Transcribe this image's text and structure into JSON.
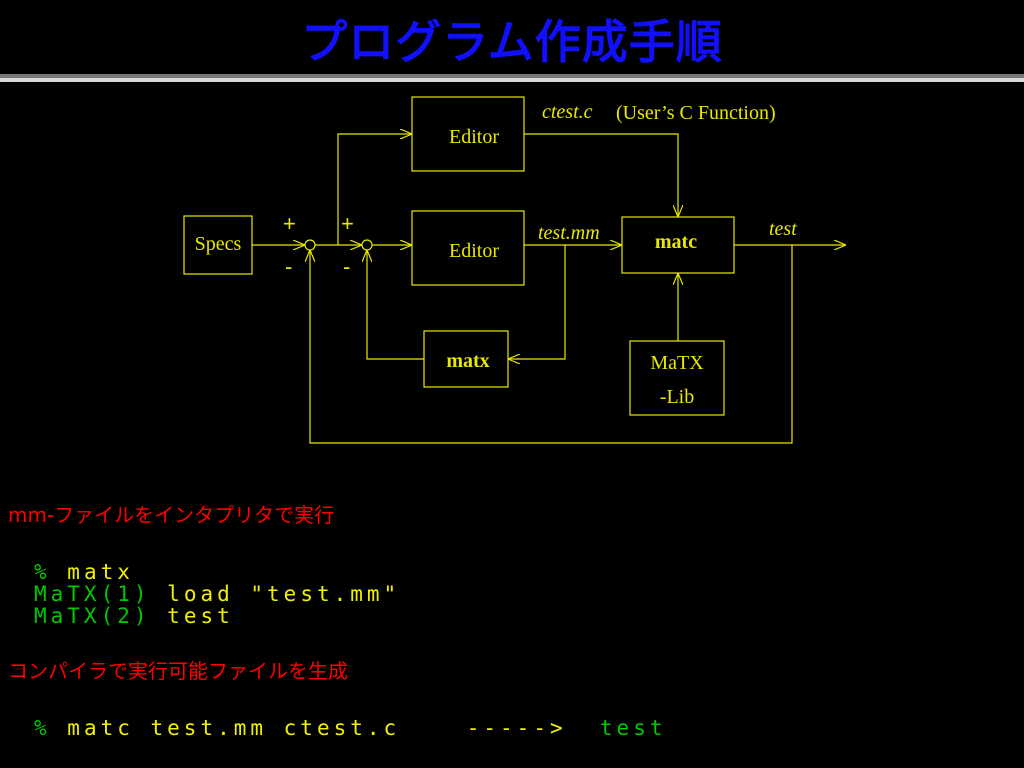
{
  "title": "プログラム作成手順",
  "colors": {
    "background": "#000000",
    "title": "#1010ff",
    "diagram": "#e8e800",
    "heading": "#ff0000",
    "prompt": "#00c800",
    "command": "#f0f000"
  },
  "diagram": {
    "specs_label": "Specs",
    "editor_top_label": "Editor",
    "editor_mid_label": "Editor",
    "matc_label": "matc",
    "matx_label": "matx",
    "matx_lib_line1": "MaTX",
    "matx_lib_line2": "-Lib",
    "ctest_label": "ctest.c",
    "user_function_label": "(User’s C Function)",
    "testmm_label": "test.mm",
    "test_label": "test",
    "plus_1": "+",
    "plus_2": "+",
    "minus_1": "-",
    "minus_2": "-"
  },
  "section1": {
    "heading": "mm-ファイルをインタプリタで実行",
    "line1_prompt": "% ",
    "line1_command": "matx",
    "line2_prompt": "MaTX(1)",
    "line2_command": "load \"test.mm\"",
    "line3_prompt": "MaTX(2)",
    "line3_command": "test"
  },
  "section2": {
    "heading": "コンパイラで実行可能ファイルを生成",
    "prompt": "% ",
    "command": "matc test.mm ctest.c",
    "arrow": "----->",
    "output": "test"
  }
}
